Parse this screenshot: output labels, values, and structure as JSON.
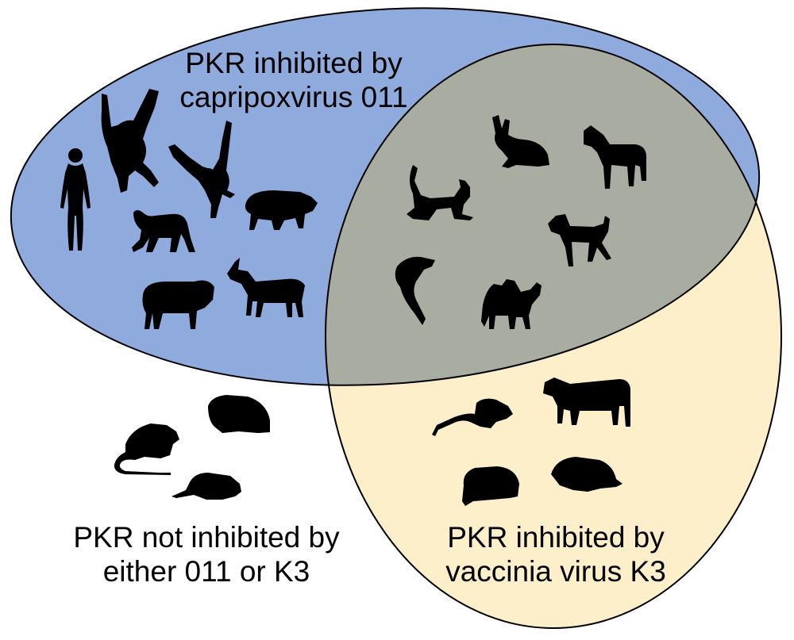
{
  "colors": {
    "capripoxvirus_set": "#8fabdd",
    "vaccinia_set": "#fdefca",
    "overlap": "#a9aca0",
    "outline": "#000000",
    "silhouette": "#000000"
  },
  "sets": {
    "capripoxvirus": {
      "label_line1": "PKR inhibited by",
      "label_line2": "capripoxvirus 011",
      "animal_icons": [
        "human-icon",
        "orangutan-icon",
        "gibbon-icon",
        "macaque-icon",
        "pig-icon",
        "sheep-icon",
        "goat-icon"
      ]
    },
    "overlap": {
      "animal_icons": [
        "rabbit-icon",
        "horse-icon",
        "cat-icon",
        "dog-icon",
        "lemur-icon",
        "camel-icon"
      ]
    },
    "vaccinia": {
      "label_line1": "PKR inhibited by",
      "label_line2": "vaccinia virus K3",
      "animal_icons": [
        "mouse-icon",
        "cow-icon",
        "hamster-icon",
        "guinea-pig-icon"
      ]
    },
    "neither": {
      "label_line1": "PKR not inhibited by",
      "label_line2": "either 011 or K3",
      "animal_icons": [
        "rat-icon",
        "hamster-icon",
        "gerbil-icon"
      ]
    }
  }
}
